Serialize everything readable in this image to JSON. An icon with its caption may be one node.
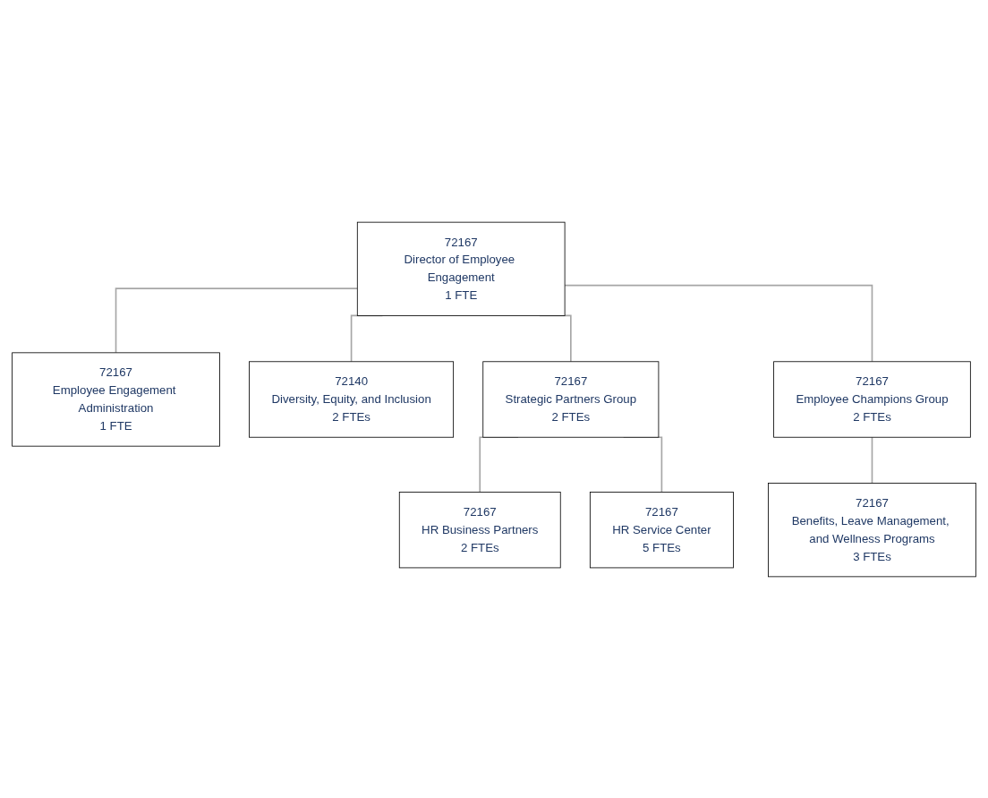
{
  "diagram": {
    "nodes": [
      {
        "text": [
          "72167",
          "Director of Employee Engagement",
          "1 FTE"
        ]
      },
      {
        "text": [
          "72167",
          "Employee Engagement Administration",
          "1 FTE"
        ]
      },
      {
        "text": [
          "72140",
          "Diversity, Equity, and Inclusion",
          "2 FTEs"
        ]
      },
      {
        "text": [
          "72167",
          "Strategic Partners Group",
          "2 FTEs"
        ]
      },
      {
        "text": [
          "72167",
          "Employee Champions Group",
          "2 FTEs"
        ]
      },
      {
        "text": [
          "72167",
          "HR Business Partners",
          "2 FTEs"
        ]
      },
      {
        "text": [
          "72167",
          "HR Service Center",
          "5 FTEs"
        ]
      },
      {
        "text": [
          "72167",
          "Benefits, Leave Management, and Wellness Programs",
          "3 FTEs"
        ]
      }
    ],
    "edges": [
      {
        "from": 0,
        "to": 1,
        "arrow": "none"
      },
      {
        "from": 0,
        "to": 2,
        "arrow": "none"
      },
      {
        "from": 0,
        "to": 3,
        "arrow": "none"
      },
      {
        "from": 0,
        "to": 4,
        "arrow": "none"
      },
      {
        "from": 3,
        "to": 5,
        "arrow": "none"
      },
      {
        "from": 3,
        "to": 6,
        "arrow": "none"
      },
      {
        "from": 4,
        "to": 7,
        "arrow": "none"
      }
    ]
  }
}
